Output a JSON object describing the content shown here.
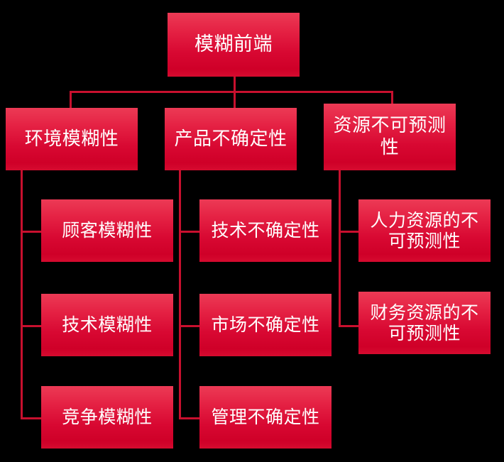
{
  "diagram": {
    "title": "模糊前端",
    "background_color": "#000000",
    "node_color_top": "#ec3a55",
    "node_color_bottom": "#cf0028",
    "connector_color": "#c8102e",
    "text_color": "#ffffff",
    "type": "hierarchy-tree",
    "root": {
      "label": "模糊前端"
    },
    "branches": [
      {
        "label": "环境模糊性",
        "children": [
          {
            "label": "顾客模糊性"
          },
          {
            "label": "技术模糊性"
          },
          {
            "label": "竞争模糊性"
          }
        ]
      },
      {
        "label": "产品不确定性",
        "children": [
          {
            "label": "技术不确定性"
          },
          {
            "label": "市场不确定性"
          },
          {
            "label": "管理不确定性"
          }
        ]
      },
      {
        "label": "资源不可预测\n性",
        "children": [
          {
            "label": "人力资源的不\n可预测性"
          },
          {
            "label": "财务资源的不\n可预测性"
          }
        ]
      }
    ]
  }
}
